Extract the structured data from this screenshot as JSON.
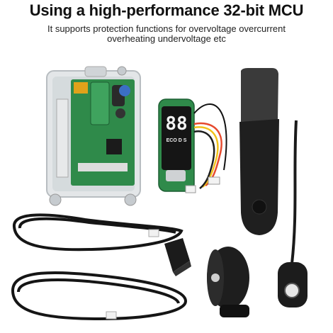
{
  "headline": "Using a high-performance 32-bit MCU",
  "subline": {
    "line1": "It supports protection functions for overvoltage overcurrent",
    "line2": "overheating undervoltage etc"
  },
  "dashboard": {
    "display_digits": "88",
    "mode_text": "ECO D S"
  },
  "colors": {
    "pcb_green": "#2f8a4a",
    "housing": "#d9dde0",
    "cover": "#222222",
    "cable": "#1a1a1a"
  }
}
